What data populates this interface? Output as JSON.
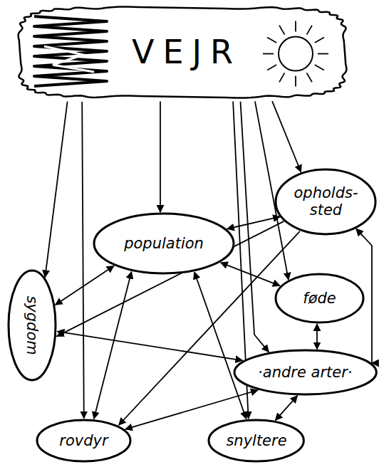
{
  "diagram": {
    "nodes": [
      {
        "text": [
          "VEJR"
        ]
      },
      {
        "text": [
          "population"
        ]
      },
      {
        "text": [
          "opholds- sted"
        ]
      },
      {
        "text": [
          "sygdom"
        ]
      },
      {
        "text": [
          "føde"
        ]
      },
      {
        "text": [
          "·andre arter·"
        ]
      },
      {
        "text": [
          "rovdyr"
        ]
      },
      {
        "text": [
          "snyltere"
        ]
      }
    ],
    "edges": [
      {
        "from": 0,
        "to": 3,
        "arrow": "to"
      },
      {
        "from": 0,
        "to": 6,
        "arrow": "to"
      },
      {
        "from": 0,
        "to": 1,
        "arrow": "to"
      },
      {
        "from": 0,
        "to": 2,
        "arrow": "to"
      },
      {
        "from": 0,
        "to": 4,
        "arrow": "to"
      },
      {
        "from": 0,
        "to": 5,
        "arrow": "to"
      },
      {
        "from": 0,
        "to": 7,
        "arrow": "to"
      },
      {
        "from": 1,
        "to": 2,
        "arrow": "both"
      },
      {
        "from": 1,
        "to": 4,
        "arrow": "both"
      },
      {
        "from": 1,
        "to": 3,
        "arrow": "both"
      },
      {
        "from": 1,
        "to": 6,
        "arrow": "both"
      },
      {
        "from": 1,
        "to": 7,
        "arrow": "both"
      },
      {
        "from": 2,
        "to": 3,
        "arrow": "to"
      },
      {
        "from": 2,
        "to": 6,
        "arrow": "to"
      },
      {
        "from": 2,
        "to": 5,
        "arrow": "both"
      },
      {
        "from": 4,
        "to": 5,
        "arrow": "both"
      },
      {
        "from": 3,
        "to": 5,
        "arrow": "both"
      },
      {
        "from": 6,
        "to": 5,
        "arrow": "both"
      },
      {
        "from": 7,
        "to": 5,
        "arrow": "both"
      }
    ]
  }
}
